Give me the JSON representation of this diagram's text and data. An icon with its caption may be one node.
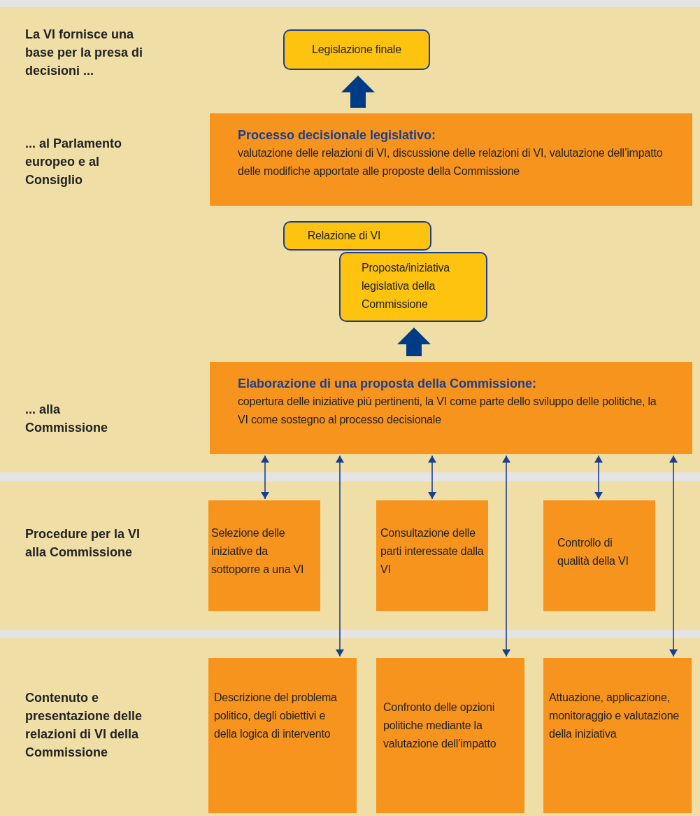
{
  "diagram": {
    "nodes": [
      {
        "text": [
          "La VI fornisce una base per la presa di decisioni ...",
          "... al Parlamento europeo e al Consiglio",
          "... alla Commissione"
        ]
      },
      {
        "text": [
          "Legislazione finale"
        ],
        "in": 0
      },
      {
        "text": [
          "Processo decisionale legislativo:",
          "valutazione delle relazioni di VI, discussione delle relazioni di VI, valutazione dell’impatto delle modifiche apportate alle proposte della Commissione"
        ],
        "in": 0
      },
      {
        "text": [
          "Relazione di VI"
        ],
        "in": 0
      },
      {
        "text": [
          "Proposta/iniziativa legislativa della Commissione"
        ],
        "in": 0
      },
      {
        "text": [
          "Elaborazione di una proposta della Commissione:",
          "copertura delle iniziative più pertinenti, la VI come parte dello sviluppo delle politiche, la VI come sostegno al processo decisionale"
        ],
        "in": 0
      },
      {
        "text": [
          "Procedure per la VI alla Commissione"
        ]
      },
      {
        "text": [
          "Selezione delle iniziative da sottoporre a una VI"
        ],
        "in": 6
      },
      {
        "text": [
          "Consultazione delle parti interessate dalla VI"
        ],
        "in": 6
      },
      {
        "text": [
          "Controllo di qualità della VI"
        ],
        "in": 6
      },
      {
        "text": [
          "Contenuto e presentazione delle relazioni di VI della Commissione"
        ]
      },
      {
        "text": [
          "Descrizione del problema politico, degli obiettivi e della logica di intervento"
        ],
        "in": 10
      },
      {
        "text": [
          "Confronto delle opzioni politiche mediante la valutazione dell’impatto"
        ],
        "in": 10
      },
      {
        "text": [
          "Attuazione, applicazione, monitoraggio e valutazione della iniziativa"
        ],
        "in": 10
      }
    ],
    "edges": [
      {
        "from": 2,
        "to": 1,
        "arrow": "to",
        "style": "thick"
      },
      {
        "from": 5,
        "to": 4,
        "arrow": "to",
        "style": "thick"
      },
      {
        "from": 5,
        "to": 7,
        "arrow": "both"
      },
      {
        "from": 5,
        "to": 11,
        "arrow": "both"
      },
      {
        "from": 5,
        "to": 8,
        "arrow": "both"
      },
      {
        "from": 5,
        "to": 12,
        "arrow": "both"
      },
      {
        "from": 5,
        "to": 9,
        "arrow": "both"
      },
      {
        "from": 5,
        "to": 13,
        "arrow": "both"
      }
    ]
  }
}
